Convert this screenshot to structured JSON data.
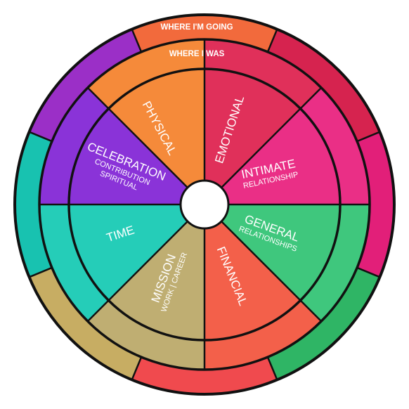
{
  "rings": {
    "outer_label": "WHERE I'M GOING",
    "middle_label": "WHERE I WAS"
  },
  "segments": [
    {
      "key": "physical",
      "title": "PHYSICAL",
      "subtitle": "",
      "subtitle2": "",
      "color": "#f26a3c",
      "color_inner": "#f58a3a"
    },
    {
      "key": "emotional",
      "title": "EMOTIONAL",
      "subtitle": "",
      "subtitle2": "",
      "color": "#d6234f",
      "color_inner": "#e0305a"
    },
    {
      "key": "intimate",
      "title": "INTIMATE",
      "subtitle": "RELATIONSHIP",
      "subtitle2": "",
      "color": "#e21f79",
      "color_inner": "#ea2f86"
    },
    {
      "key": "general",
      "title": "GENERAL",
      "subtitle": "RELATIONSHIPS",
      "subtitle2": "",
      "color": "#2fb565",
      "color_inner": "#3fc77d"
    },
    {
      "key": "financial",
      "title": "FINANCIAL",
      "subtitle": "",
      "subtitle2": "",
      "color": "#f04a4e",
      "color_inner": "#f3604a"
    },
    {
      "key": "mission",
      "title": "MISSION",
      "subtitle": "WORK | CAREER",
      "subtitle2": "",
      "color": "#c7ad63",
      "color_inner": "#bfae72"
    },
    {
      "key": "time",
      "title": "TIME",
      "subtitle": "",
      "subtitle2": "",
      "color": "#18c2b0",
      "color_inner": "#25cdb8"
    },
    {
      "key": "celebration",
      "title": "CELEBRATION",
      "subtitle": "CONTRIBUTION",
      "subtitle2": "SPIRITUAL",
      "color": "#9b2fc7",
      "color_inner": "#8a33d8"
    }
  ]
}
